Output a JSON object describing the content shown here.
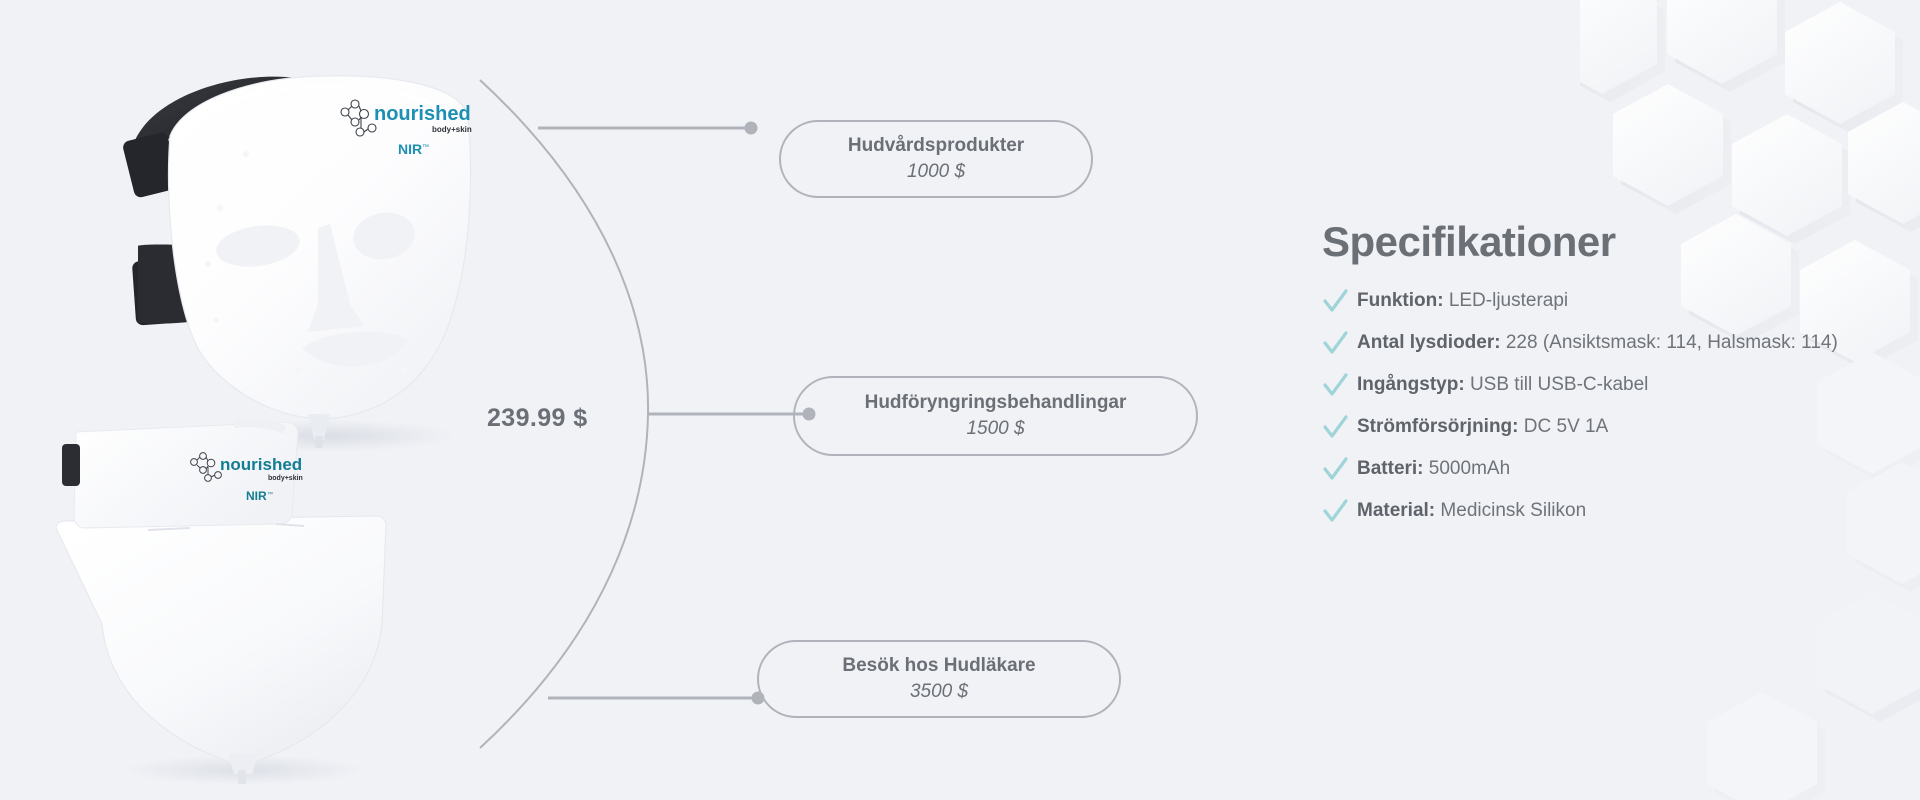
{
  "page": {
    "background_color": "#f0f2f6",
    "accent_color": "#9fd4d8",
    "text_color": "#6b6f76",
    "line_color": "#b0b4ba"
  },
  "product": {
    "main_price": "239.99 $",
    "brand_name": "nourished",
    "brand_tagline": "body+skin",
    "brand_sub": "NIR™",
    "photos": [
      {
        "name": "led-face-mask",
        "alt": "LED face mask with black head strap"
      },
      {
        "name": "led-neck-mask",
        "alt": "LED neck mask shield"
      }
    ]
  },
  "comparison": {
    "items": [
      {
        "label": "Hudvårdsprodukter",
        "price": "1000 $"
      },
      {
        "label": "Hudföryngringsbehandlingar",
        "price": "1500 $"
      },
      {
        "label": "Besök hos Hudläkare",
        "price": "3500 $"
      }
    ]
  },
  "specifications": {
    "title": "Specifikationer",
    "items": [
      {
        "label": "Funktion:",
        "value": "LED-ljusterapi"
      },
      {
        "label": "Antal lysdioder:",
        "value": "228 (Ansiktsmask: 114, Halsmask: 114)"
      },
      {
        "label": "Ingångstyp:",
        "value": "USB till USB-C-kabel"
      },
      {
        "label": "Strömförsörjning:",
        "value": "DC 5V 1A"
      },
      {
        "label": "Batteri:",
        "value": "5000mAh"
      },
      {
        "label": "Material:",
        "value": "Medicinsk Silikon"
      }
    ]
  }
}
